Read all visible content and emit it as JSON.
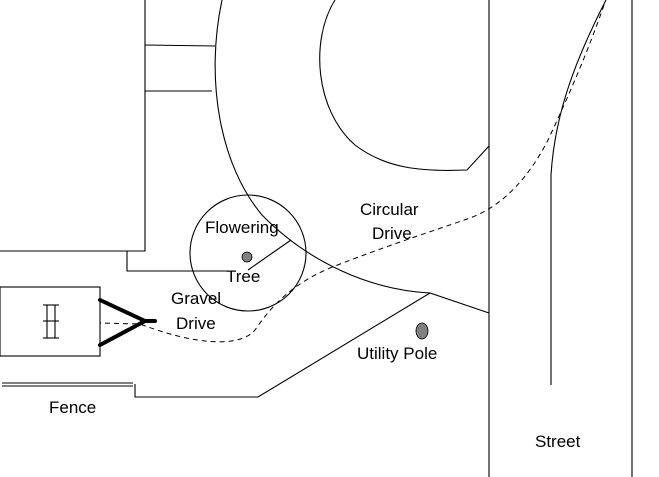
{
  "labels": {
    "flowering": "Flowering",
    "tree": "Tree",
    "circular": "Circular",
    "drive_circular": "Drive",
    "gravel": "Gravel",
    "drive_gravel": "Drive",
    "utility_pole": "Utility Pole",
    "fence": "Fence",
    "street": "Street"
  },
  "colors": {
    "line": "#000000",
    "background": "#ffffff",
    "pole_fill": "#808080"
  }
}
